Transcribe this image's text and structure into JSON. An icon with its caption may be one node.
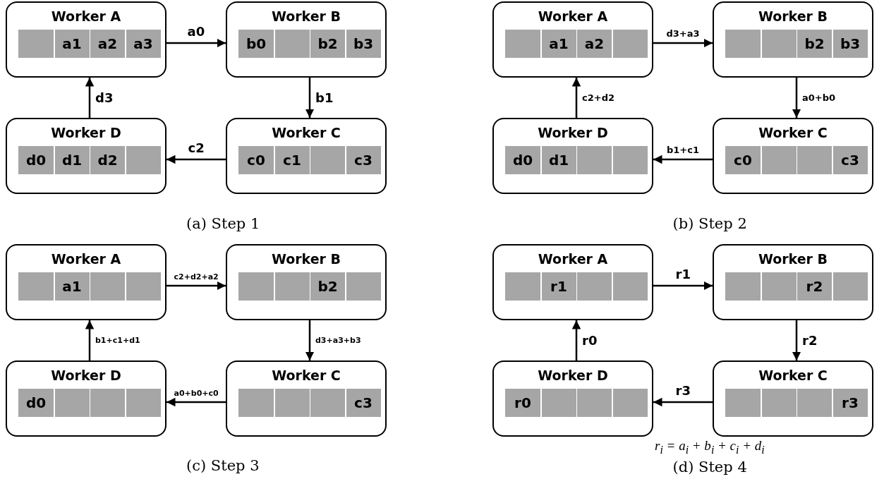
{
  "diagram": {
    "nodes": [
      {
        "text": [
          "Worker A"
        ]
      },
      {
        "text": [],
        "shape": "box",
        "in": 0
      },
      {
        "text": [
          "a1"
        ],
        "in": 0
      },
      {
        "text": [
          "a2"
        ],
        "in": 0
      },
      {
        "text": [
          "a3"
        ],
        "in": 0
      },
      {
        "text": [
          "Worker B"
        ]
      },
      {
        "text": [
          "b0"
        ],
        "in": 5
      },
      {
        "text": [],
        "shape": "box",
        "in": 5
      },
      {
        "text": [
          "b2"
        ],
        "in": 5
      },
      {
        "text": [
          "b3"
        ],
        "in": 5
      },
      {
        "text": [
          "Worker D"
        ]
      },
      {
        "text": [
          "d0"
        ],
        "in": 10
      },
      {
        "text": [
          "d1"
        ],
        "in": 10
      },
      {
        "text": [
          "d2"
        ],
        "in": 10
      },
      {
        "text": [],
        "shape": "box",
        "in": 10
      },
      {
        "text": [
          "Worker C"
        ]
      },
      {
        "text": [
          "c0"
        ],
        "in": 15
      },
      {
        "text": [
          "c1"
        ],
        "in": 15
      },
      {
        "text": [],
        "shape": "box",
        "in": 15
      },
      {
        "text": [
          "c3"
        ],
        "in": 15
      },
      {
        "text": [
          "Worker A"
        ]
      },
      {
        "text": [],
        "shape": "box",
        "in": 20
      },
      {
        "text": [
          "a1"
        ],
        "in": 20
      },
      {
        "text": [
          "a2"
        ],
        "in": 20
      },
      {
        "text": [],
        "shape": "box",
        "in": 20
      },
      {
        "text": [
          "Worker B"
        ]
      },
      {
        "text": [],
        "shape": "box",
        "in": 25
      },
      {
        "text": [],
        "shape": "box",
        "in": 25
      },
      {
        "text": [
          "b2"
        ],
        "in": 25
      },
      {
        "text": [
          "b3"
        ],
        "in": 25
      },
      {
        "text": [
          "Worker D"
        ]
      },
      {
        "text": [
          "d0"
        ],
        "in": 30
      },
      {
        "text": [
          "d1"
        ],
        "in": 30
      },
      {
        "text": [],
        "shape": "box",
        "in": 30
      },
      {
        "text": [],
        "shape": "box",
        "in": 30
      },
      {
        "text": [
          "Worker C"
        ]
      },
      {
        "text": [
          "c0"
        ],
        "in": 35
      },
      {
        "text": [],
        "shape": "box",
        "in": 35
      },
      {
        "text": [],
        "shape": "box",
        "in": 35
      },
      {
        "text": [
          "c3"
        ],
        "in": 35
      },
      {
        "text": [
          "Worker A"
        ]
      },
      {
        "text": [],
        "shape": "box",
        "in": 40
      },
      {
        "text": [
          "a1"
        ],
        "in": 40
      },
      {
        "text": [],
        "shape": "box",
        "in": 40
      },
      {
        "text": [],
        "shape": "box",
        "in": 40
      },
      {
        "text": [
          "Worker B"
        ]
      },
      {
        "text": [],
        "shape": "box",
        "in": 45
      },
      {
        "text": [],
        "shape": "box",
        "in": 45
      },
      {
        "text": [
          "b2"
        ],
        "in": 45
      },
      {
        "text": [],
        "shape": "box",
        "in": 45
      },
      {
        "text": [
          "Worker D"
        ]
      },
      {
        "text": [
          "d0"
        ],
        "in": 50
      },
      {
        "text": [],
        "shape": "box",
        "in": 50
      },
      {
        "text": [],
        "shape": "box",
        "in": 50
      },
      {
        "text": [],
        "shape": "box",
        "in": 50
      },
      {
        "text": [
          "Worker C"
        ]
      },
      {
        "text": [],
        "shape": "box",
        "in": 55
      },
      {
        "text": [],
        "shape": "box",
        "in": 55
      },
      {
        "text": [],
        "shape": "box",
        "in": 55
      },
      {
        "text": [
          "c3"
        ],
        "in": 55
      },
      {
        "text": [
          "Worker A"
        ]
      },
      {
        "text": [],
        "shape": "box",
        "in": 60
      },
      {
        "text": [
          "r1"
        ],
        "in": 60
      },
      {
        "text": [],
        "shape": "box",
        "in": 60
      },
      {
        "text": [],
        "shape": "box",
        "in": 60
      },
      {
        "text": [
          "Worker B"
        ]
      },
      {
        "text": [],
        "shape": "box",
        "in": 65
      },
      {
        "text": [],
        "shape": "box",
        "in": 65
      },
      {
        "text": [
          "r2"
        ],
        "in": 65
      },
      {
        "text": [],
        "shape": "box",
        "in": 65
      },
      {
        "text": [
          "Worker D"
        ]
      },
      {
        "text": [
          "r0"
        ],
        "in": 70
      },
      {
        "text": [],
        "shape": "box",
        "in": 70
      },
      {
        "text": [],
        "shape": "box",
        "in": 70
      },
      {
        "text": [],
        "shape": "box",
        "in": 70
      },
      {
        "text": [
          "Worker C"
        ]
      },
      {
        "text": [],
        "shape": "box",
        "in": 75
      },
      {
        "text": [],
        "shape": "box",
        "in": 75
      },
      {
        "text": [],
        "shape": "box",
        "in": 75
      },
      {
        "text": [
          "r3"
        ],
        "in": 75
      }
    ],
    "edges": [
      {
        "from": 0,
        "to": 5,
        "arrow": "to",
        "label": "a0"
      },
      {
        "from": 5,
        "to": 15,
        "arrow": "to",
        "label": "b1"
      },
      {
        "from": 15,
        "to": 10,
        "arrow": "to",
        "label": "c2"
      },
      {
        "from": 10,
        "to": 0,
        "arrow": "to",
        "label": "d3"
      },
      {
        "from": 20,
        "to": 25,
        "arrow": "to",
        "label": "d3+a3"
      },
      {
        "from": 25,
        "to": 35,
        "arrow": "to",
        "label": "a0+b0"
      },
      {
        "from": 35,
        "to": 30,
        "arrow": "to",
        "label": "b1+c1"
      },
      {
        "from": 30,
        "to": 20,
        "arrow": "to",
        "label": "c2+d2"
      },
      {
        "from": 40,
        "to": 45,
        "arrow": "to",
        "label": "c2+d2+a2"
      },
      {
        "from": 45,
        "to": 55,
        "arrow": "to",
        "label": "d3+a3+b3"
      },
      {
        "from": 55,
        "to": 50,
        "arrow": "to",
        "label": "a0+b0+c0"
      },
      {
        "from": 50,
        "to": 40,
        "arrow": "to",
        "label": "b1+c1+d1"
      },
      {
        "from": 60,
        "to": 65,
        "arrow": "to",
        "label": "r1"
      },
      {
        "from": 65,
        "to": 75,
        "arrow": "to",
        "label": "r2"
      },
      {
        "from": 75,
        "to": 70,
        "arrow": "to",
        "label": "r3"
      },
      {
        "from": 70,
        "to": 60,
        "arrow": "to",
        "label": "r0"
      }
    ],
    "labels": [
      "(a) Step 1",
      "(b) Step 2",
      "(c) Step 3",
      "r$_{i}$ = a$_{i}$ + b$_{i}$ + c$_{i}$ + d$_{i}$",
      "(d) Step 4"
    ]
  }
}
